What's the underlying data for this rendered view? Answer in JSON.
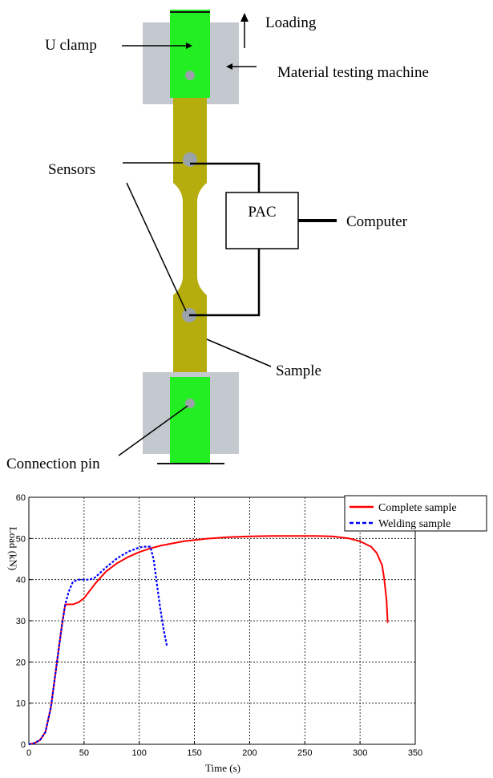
{
  "diagram": {
    "labels": {
      "loading": "Loading",
      "u_clamp": "U clamp",
      "machine": "Material testing machine",
      "sensors": "Sensors",
      "pac": "PAC",
      "computer": "Computer",
      "sample": "Sample",
      "connection_pin": "Connection pin"
    },
    "colors": {
      "clamp_green": "#22ee22",
      "machine_grey": "#c3c9cf",
      "sample_olive": "#b5ac0d",
      "sensor_grey": "#9aa3a9"
    }
  },
  "chart_data": {
    "type": "line",
    "xlabel": "Time (s)",
    "ylabel": "Load (kN)",
    "xlim": [
      0,
      350
    ],
    "ylim": [
      0,
      60
    ],
    "xticks": [
      0,
      50,
      100,
      150,
      200,
      250,
      300,
      350
    ],
    "yticks": [
      0,
      10,
      20,
      30,
      40,
      50,
      60
    ],
    "grid": true,
    "legend_position": "top-right",
    "series": [
      {
        "name": "Complete sample",
        "color": "#ff0000",
        "style": "solid",
        "x": [
          0,
          5,
          10,
          15,
          20,
          25,
          30,
          33,
          35,
          40,
          45,
          50,
          60,
          70,
          80,
          90,
          100,
          110,
          120,
          140,
          160,
          180,
          200,
          220,
          240,
          260,
          275,
          290,
          300,
          310,
          315,
          320,
          322,
          324,
          325
        ],
        "y": [
          0,
          0.3,
          1,
          3,
          9,
          19,
          29,
          34,
          34,
          34,
          34.5,
          35.5,
          39,
          42,
          44,
          45.5,
          46.7,
          47.6,
          48.3,
          49.3,
          49.9,
          50.3,
          50.5,
          50.6,
          50.6,
          50.6,
          50.5,
          50,
          49.3,
          48,
          46.5,
          43.5,
          40,
          35,
          29.5
        ]
      },
      {
        "name": "Welding sample",
        "color": "#0000ff",
        "style": "dashed",
        "x": [
          0,
          5,
          10,
          15,
          20,
          25,
          30,
          33,
          36,
          40,
          45,
          50,
          55,
          60,
          70,
          80,
          90,
          100,
          105,
          110,
          113,
          116,
          119,
          122,
          125
        ],
        "y": [
          0,
          0.3,
          1,
          3,
          9,
          19,
          29,
          34,
          37,
          39.5,
          40,
          40,
          40,
          40.5,
          43,
          45.2,
          46.8,
          47.8,
          48,
          48,
          45,
          39,
          33,
          28,
          24
        ]
      }
    ]
  }
}
